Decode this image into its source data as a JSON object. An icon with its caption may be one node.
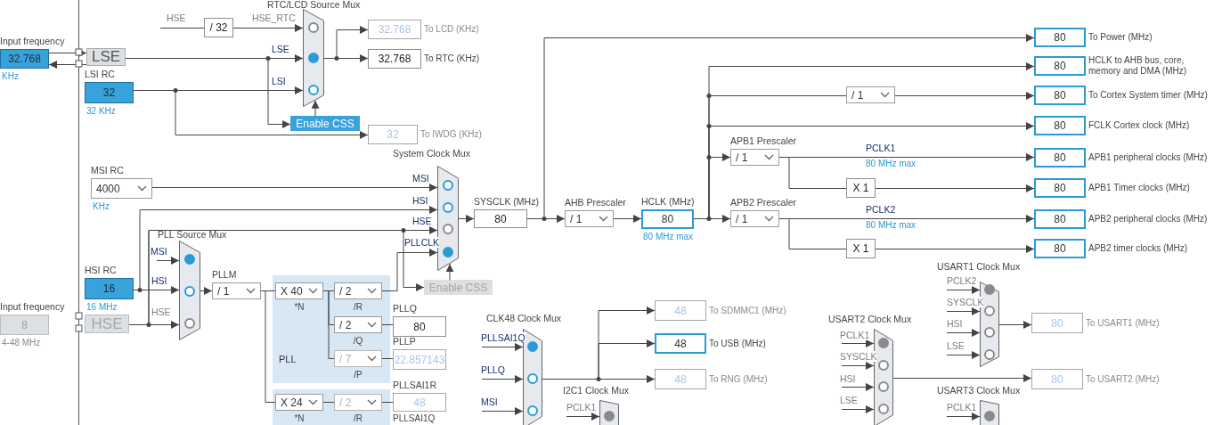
{
  "diagram": {
    "nodes": [
      {
        "text": [
          "Input frequency",
          "32.768"
        ],
        "beside": [
          "KHz"
        ]
      },
      {
        "text": [
          "LSE"
        ]
      },
      {
        "text": [
          "LSI RC",
          "32"
        ],
        "beside": [
          "32 KHz"
        ]
      },
      {
        "text": [
          "/ 32"
        ]
      },
      {
        "text": [
          "RTC/LCD Source Mux"
        ]
      },
      {
        "text": [
          "32.768"
        ],
        "beside": [
          "To LCD (KHz)"
        ]
      },
      {
        "text": [
          "32.768"
        ],
        "beside": [
          "To RTC (KHz)"
        ]
      },
      {
        "text": [
          "Enable CSS"
        ]
      },
      {
        "text": [
          "32"
        ],
        "beside": [
          "To IWDG (KHz)"
        ]
      },
      {
        "text": [
          "MSI RC",
          "4000"
        ],
        "beside": [
          "KHz"
        ]
      },
      {
        "text": [
          "HSI RC",
          "16"
        ],
        "beside": [
          "16 MHz"
        ]
      },
      {
        "text": [
          "Input frequency",
          "8"
        ],
        "beside": [
          "4-48 MHz"
        ]
      },
      {
        "text": [
          "HSE"
        ]
      },
      {
        "text": [
          "PLL Source Mux"
        ]
      },
      {
        "text": [
          "PLLM",
          "/ 1"
        ]
      },
      {
        "text": [
          "PLL"
        ]
      },
      {
        "text": [
          "X 40"
        ],
        "beside": [
          "*N"
        ],
        "in": 15
      },
      {
        "text": [
          "/ 2"
        ],
        "beside": [
          "/R"
        ],
        "in": 15
      },
      {
        "text": [
          "/ 2"
        ],
        "beside": [
          "/Q"
        ],
        "in": 15
      },
      {
        "text": [
          "/ 7"
        ],
        "beside": [
          "/P"
        ],
        "in": 15
      },
      {
        "text": [
          "PLLQ",
          "80"
        ]
      },
      {
        "text": [
          "PLLP",
          "22.857143"
        ]
      },
      {
        "text": [],
        "shape": "box"
      },
      {
        "text": [
          "X 24"
        ],
        "beside": [
          "*N"
        ],
        "in": 22
      },
      {
        "text": [
          "/ 2"
        ],
        "beside": [
          "/R"
        ],
        "in": 22
      },
      {
        "text": [
          "PLLSAI1R",
          "48"
        ]
      },
      {
        "text": [
          "System Clock Mux"
        ]
      },
      {
        "text": [
          "Enable CSS"
        ]
      },
      {
        "text": [
          "SYSCLK (MHz)",
          "80"
        ]
      },
      {
        "text": [
          "AHB Prescaler",
          "/ 1"
        ]
      },
      {
        "text": [
          "HCLK (MHz)",
          "80"
        ],
        "beside": [
          "80 MHz max"
        ]
      },
      {
        "text": [
          "APB1 Prescaler",
          "/ 1"
        ]
      },
      {
        "text": [
          "APB2 Prescaler",
          "/ 1"
        ]
      },
      {
        "text": [
          "/ 1"
        ]
      },
      {
        "text": [
          "X 1"
        ]
      },
      {
        "text": [
          "X 1"
        ]
      },
      {
        "text": [
          "80"
        ],
        "beside": [
          "To Power (MHz)"
        ]
      },
      {
        "text": [
          "80"
        ],
        "beside": [
          "HCLK to AHB bus, core, memory and DMA (MHz)"
        ]
      },
      {
        "text": [
          "80"
        ],
        "beside": [
          "To Cortex System timer (MHz)"
        ]
      },
      {
        "text": [
          "80"
        ],
        "beside": [
          "FCLK Cortex clock (MHz)"
        ]
      },
      {
        "text": [
          "80"
        ],
        "beside": [
          "APB1 peripheral clocks (MHz)"
        ]
      },
      {
        "text": [
          "80"
        ],
        "beside": [
          "APB1 Timer clocks (MHz)"
        ]
      },
      {
        "text": [
          "80"
        ],
        "beside": [
          "APB2 peripheral clocks (MHz)"
        ]
      },
      {
        "text": [
          "80"
        ],
        "beside": [
          "APB2 timer clocks (MHz)"
        ]
      },
      {
        "text": [
          "CLK48 Clock Mux"
        ]
      },
      {
        "text": [
          "48"
        ],
        "beside": [
          "To SDMMC1 (MHz)"
        ]
      },
      {
        "text": [
          "48"
        ],
        "beside": [
          "To USB (MHz)"
        ]
      },
      {
        "text": [
          "48"
        ],
        "beside": [
          "To RNG (MHz)"
        ]
      },
      {
        "text": [
          "I2C1 Clock Mux"
        ]
      },
      {
        "text": [
          "USART2 Clock Mux"
        ]
      },
      {
        "text": [
          "USART1 Clock Mux"
        ]
      },
      {
        "text": [
          "80"
        ],
        "beside": [
          "To USART1 (MHz)"
        ]
      },
      {
        "text": [
          "80"
        ],
        "beside": [
          "To USART2 (MHz)"
        ]
      },
      {
        "text": [
          "USART3 Clock Mux"
        ]
      }
    ],
    "edges": [
      {
        "from": 0,
        "to": 1,
        "arrow": "to"
      },
      {
        "from": 1,
        "to": 0,
        "arrow": "to"
      },
      {
        "from": null,
        "to": 3,
        "arrow": "none",
        "label": "HSE"
      },
      {
        "from": 3,
        "to": 4,
        "arrow": "to",
        "label": "HSE_RTC"
      },
      {
        "from": 1,
        "to": 4,
        "arrow": "to",
        "label": "LSE"
      },
      {
        "from": 2,
        "to": 4,
        "arrow": "to",
        "label": "LSI"
      },
      {
        "from": 1,
        "to": 7,
        "arrow": "to"
      },
      {
        "from": 2,
        "to": 8,
        "arrow": "to"
      },
      {
        "from": 7,
        "to": 4,
        "arrow": "to"
      },
      {
        "from": 4,
        "to": 5,
        "arrow": "to"
      },
      {
        "from": 4,
        "to": 6,
        "arrow": "to"
      },
      {
        "from": 9,
        "to": 26,
        "arrow": "to",
        "label": "MSI"
      },
      {
        "from": 10,
        "to": 26,
        "arrow": "to",
        "label": "HSI"
      },
      {
        "from": 12,
        "to": 26,
        "arrow": "to",
        "label": "HSE"
      },
      {
        "from": null,
        "to": 13,
        "arrow": "to",
        "label": "MSI"
      },
      {
        "from": 10,
        "to": 13,
        "arrow": "to",
        "label": "HSI"
      },
      {
        "from": 12,
        "to": 13,
        "arrow": "to",
        "label": "HSE"
      },
      {
        "from": 13,
        "to": 14,
        "arrow": "to"
      },
      {
        "from": 14,
        "to": 16,
        "arrow": "none"
      },
      {
        "from": 14,
        "to": 23,
        "arrow": "none"
      },
      {
        "from": 16,
        "to": 17,
        "arrow": "none"
      },
      {
        "from": 16,
        "to": 18,
        "arrow": "none"
      },
      {
        "from": 16,
        "to": 19,
        "arrow": "none"
      },
      {
        "from": 17,
        "to": 26,
        "arrow": "to",
        "label": "PLLCLK"
      },
      {
        "from": 18,
        "to": 20,
        "arrow": "none"
      },
      {
        "from": 19,
        "to": 21,
        "arrow": "none"
      },
      {
        "from": 12,
        "to": 27,
        "arrow": "to"
      },
      {
        "from": 27,
        "to": 26,
        "arrow": "to"
      },
      {
        "from": 23,
        "to": 24,
        "arrow": "none"
      },
      {
        "from": 24,
        "to": 25,
        "arrow": "none"
      },
      {
        "from": 26,
        "to": 28,
        "arrow": "to"
      },
      {
        "from": 28,
        "to": 29,
        "arrow": "to"
      },
      {
        "from": 28,
        "to": 36,
        "arrow": "to"
      },
      {
        "from": 29,
        "to": 30,
        "arrow": "to"
      },
      {
        "from": 30,
        "to": 32,
        "arrow": "to"
      },
      {
        "from": 30,
        "to": 31,
        "arrow": "to"
      },
      {
        "from": 30,
        "to": 37,
        "arrow": "to"
      },
      {
        "from": 30,
        "to": 33,
        "arrow": "none"
      },
      {
        "from": 33,
        "to": 38,
        "arrow": "to"
      },
      {
        "from": 30,
        "to": 39,
        "arrow": "to"
      },
      {
        "from": 31,
        "to": 40,
        "arrow": "to",
        "label": "PCLK1"
      },
      {
        "from": 31,
        "to": 34,
        "arrow": "none"
      },
      {
        "from": 34,
        "to": 41,
        "arrow": "to"
      },
      {
        "from": 32,
        "to": 42,
        "arrow": "to",
        "label": "PCLK2"
      },
      {
        "from": 32,
        "to": 35,
        "arrow": "none"
      },
      {
        "from": 35,
        "to": 43,
        "arrow": "to"
      },
      {
        "from": null,
        "to": 44,
        "arrow": "to",
        "label": "PLLSAI1Q"
      },
      {
        "from": null,
        "to": 44,
        "arrow": "to",
        "label": "PLLQ"
      },
      {
        "from": null,
        "to": 44,
        "arrow": "to",
        "label": "MSI"
      },
      {
        "from": 44,
        "to": 45,
        "arrow": "to"
      },
      {
        "from": 44,
        "to": 46,
        "arrow": "to"
      },
      {
        "from": 44,
        "to": 47,
        "arrow": "to"
      },
      {
        "from": null,
        "to": 48,
        "arrow": "to",
        "label": "PCLK1"
      },
      {
        "from": null,
        "to": 49,
        "arrow": "to",
        "label": "PCLK1"
      },
      {
        "from": null,
        "to": 49,
        "arrow": "to",
        "label": "SYSCLK"
      },
      {
        "from": null,
        "to": 49,
        "arrow": "to",
        "label": "HSI"
      },
      {
        "from": null,
        "to": 49,
        "arrow": "to",
        "label": "LSE"
      },
      {
        "from": 49,
        "to": 52,
        "arrow": "to"
      },
      {
        "from": null,
        "to": 50,
        "arrow": "to",
        "label": "PCLK2"
      },
      {
        "from": null,
        "to": 50,
        "arrow": "to",
        "label": "SYSCLK"
      },
      {
        "from": null,
        "to": 50,
        "arrow": "to",
        "label": "HSI"
      },
      {
        "from": null,
        "to": 50,
        "arrow": "to",
        "label": "LSE"
      },
      {
        "from": 50,
        "to": 51,
        "arrow": "to"
      },
      {
        "from": null,
        "to": 53,
        "arrow": "to",
        "label": "PCLK1"
      }
    ],
    "labels": [
      "80 MHz max",
      "80 MHz max",
      "PLLSAI1Q"
    ]
  }
}
